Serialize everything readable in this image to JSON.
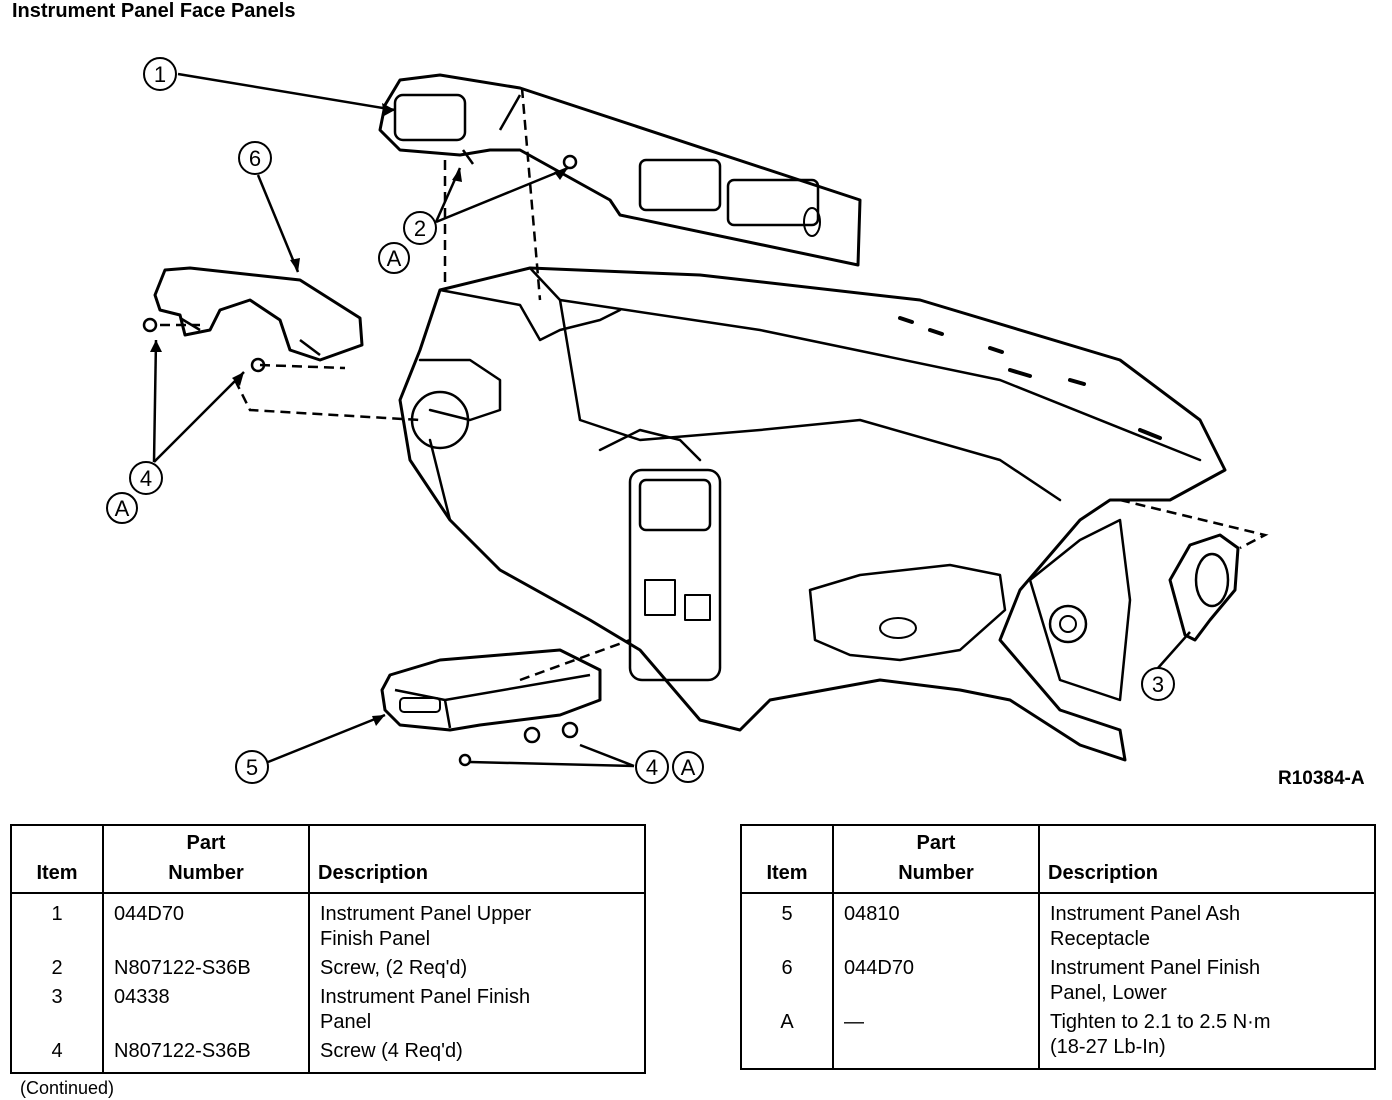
{
  "page": {
    "title": "Instrument Panel Face Panels",
    "figure_ref": "R10384-A",
    "continued": "(Continued)"
  },
  "diagram": {
    "callouts": [
      {
        "label": "1"
      },
      {
        "label": "2"
      },
      {
        "label": "A"
      },
      {
        "label": "6"
      },
      {
        "label": "4"
      },
      {
        "label": "A"
      },
      {
        "label": "3"
      },
      {
        "label": "5"
      },
      {
        "label": "4"
      },
      {
        "label": "A"
      }
    ]
  },
  "tables": {
    "headers": {
      "item": "Item",
      "part_line1": "Part",
      "part_line2": "Number",
      "description": "Description"
    },
    "left": [
      {
        "item": "1",
        "part": "044D70",
        "desc1": "Instrument Panel Upper",
        "desc2": "Finish Panel"
      },
      {
        "item": "2",
        "part": "N807122-S36B",
        "desc1": "Screw, (2 Req'd)",
        "desc2": ""
      },
      {
        "item": "3",
        "part": "04338",
        "desc1": "Instrument Panel Finish",
        "desc2": "Panel"
      },
      {
        "item": "4",
        "part": "N807122-S36B",
        "desc1": "Screw (4 Req'd)",
        "desc2": ""
      }
    ],
    "right": [
      {
        "item": "5",
        "part": "04810",
        "desc1": "Instrument Panel Ash",
        "desc2": "Receptacle"
      },
      {
        "item": "6",
        "part": "044D70",
        "desc1": "Instrument Panel Finish",
        "desc2": "Panel, Lower"
      },
      {
        "item": "A",
        "part": "—",
        "desc1": "Tighten to 2.1 to 2.5 N·m",
        "desc2": "(18-27 Lb-In)"
      }
    ]
  }
}
